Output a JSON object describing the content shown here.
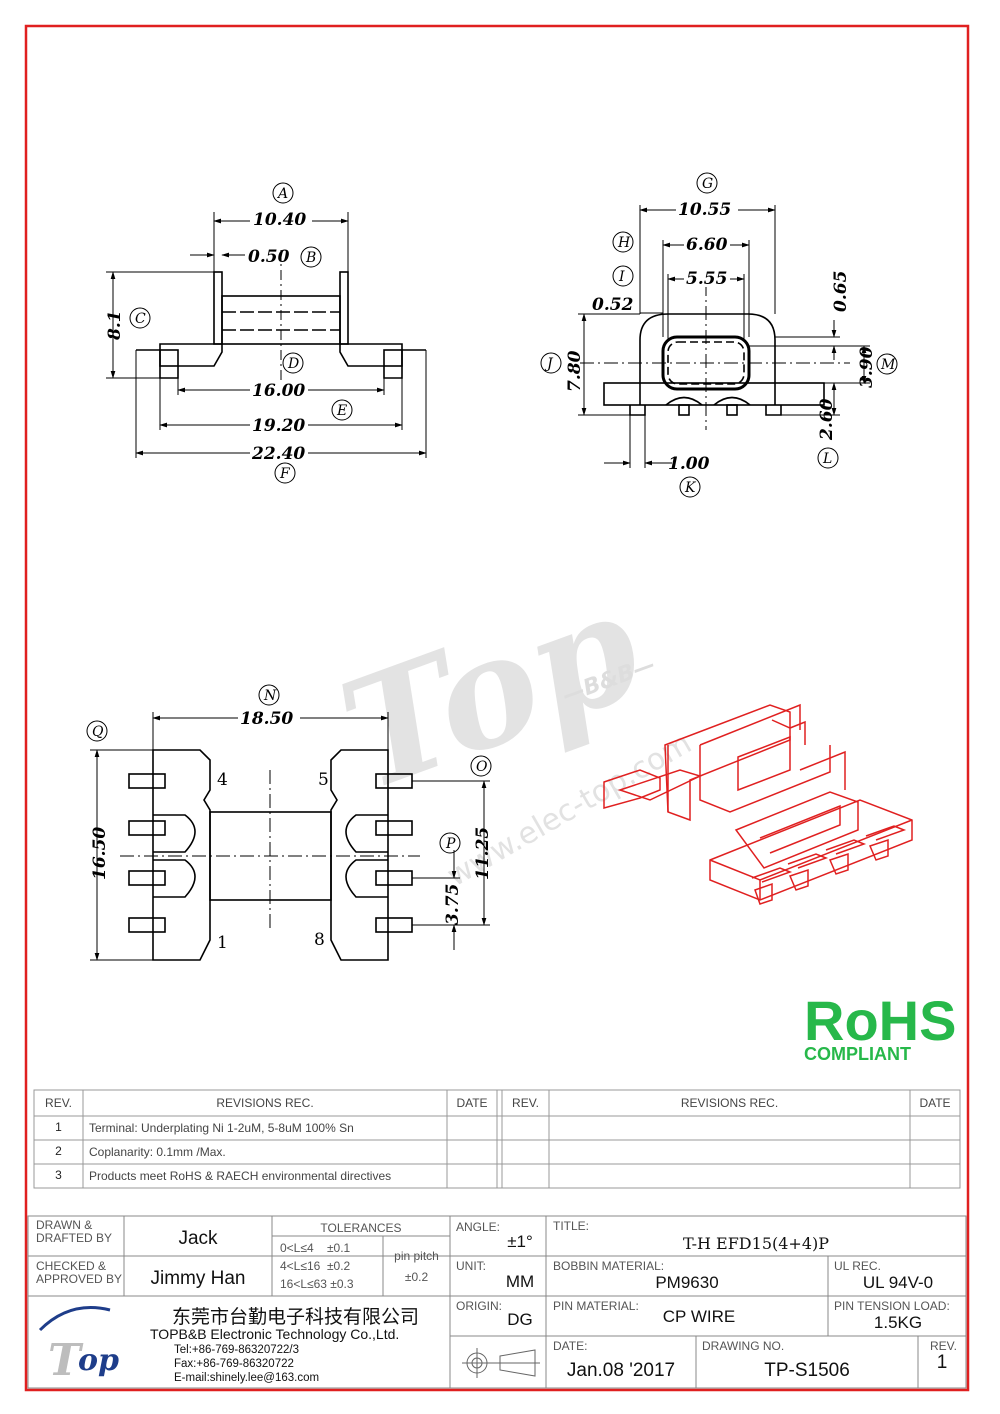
{
  "drawing": {
    "top_view": {
      "dims": {
        "A": "10.40",
        "B": "0.50",
        "C": "8.1",
        "D": "16.00",
        "E": "19.20",
        "F": "22.40"
      },
      "letters": [
        "A",
        "B",
        "C",
        "D",
        "E",
        "F"
      ]
    },
    "side_view": {
      "dims": {
        "G": "10.55",
        "H": "6.60",
        "I": "5.55",
        "J": "7.80",
        "K": "1.00",
        "L": "2.60",
        "M": "3.90",
        "extra1": "0.52",
        "extra2": "0.65"
      },
      "letters": [
        "G",
        "H",
        "I",
        "J",
        "K",
        "L",
        "M"
      ]
    },
    "bottom_view": {
      "dims": {
        "N": "18.50",
        "Q": "16.50",
        "O": "11.25",
        "P": "3.75"
      },
      "letters": [
        "N",
        "O",
        "P",
        "Q"
      ],
      "pins": [
        "4",
        "5",
        "1",
        "8"
      ]
    },
    "watermark": {
      "brand": "Top",
      "sub": "—B&B—",
      "url": "www.elec-top.com"
    },
    "rohs": {
      "logo": "RoHS",
      "caption": "COMPLIANT",
      "color": "#27b84a"
    }
  },
  "revisions": {
    "headers": {
      "rev": "REV.",
      "rec": "REVISIONS    REC.",
      "date": "DATE"
    },
    "rows": [
      {
        "rev": "1",
        "text": "Terminal: Underplating Ni 1-2uM, 5-8uM 100% Sn"
      },
      {
        "rev": "2",
        "text": "Coplanarity: 0.1mm /Max."
      },
      {
        "rev": "3",
        "text": "Products meet RoHS & RAECH environmental directives"
      }
    ]
  },
  "titleblock": {
    "drawn_label": "DRAWN &\nDRAFTED BY",
    "drawn_by": "Jack",
    "checked_label": "CHECKED &\nAPPROVED BY",
    "checked_by": "Jimmy Han",
    "tolerances_label": "TOLERANCES",
    "tol_rows": [
      "0<L≤4    ±0.1",
      "4<L≤16  ±0.2",
      "16<L≤63 ±0.3"
    ],
    "pin_pitch_label": "pin pitch",
    "pin_pitch": "±0.2",
    "angle_label": "ANGLE:",
    "angle": "±1°",
    "unit_label": "UNIT:",
    "unit": "MM",
    "origin_label": "ORIGIN:",
    "origin": "DG",
    "title_label": "TITLE:",
    "title": "T-H EFD15(4+4)P",
    "bobbin_label": "BOBBIN MATERIAL:",
    "bobbin": "PM9630",
    "ulrec_label": "UL REC.",
    "ulrec": "UL 94V-0",
    "pinmat_label": "PIN MATERIAL:",
    "pinmat": "CP WIRE",
    "tension_label": "PIN TENSION LOAD:",
    "tension": "1.5KG",
    "date_label": "DATE:",
    "date": "Jan.08 '2017",
    "drawing_no_label": "DRAWING NO.",
    "drawing_no": "TP-S1506",
    "rev_label": "REV.",
    "rev": "1",
    "company_cn": "东莞市台勤电子科技有限公司",
    "company_en": "TOPB&B Electronic Technology Co.,Ltd.",
    "tel": "Tel:+86-769-86320722/3",
    "fax": "Fax:+86-769-86320722",
    "email": "E-mail:shinely.lee@163.com"
  }
}
